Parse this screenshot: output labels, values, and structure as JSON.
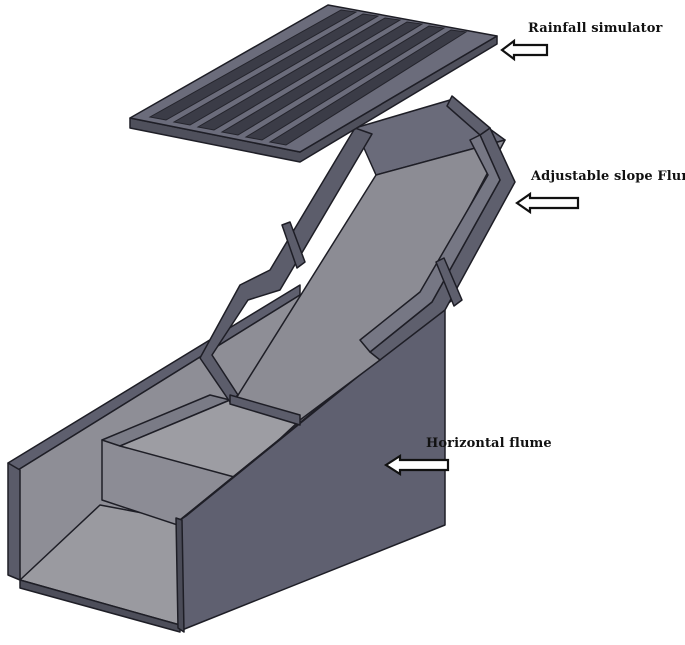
{
  "callouts": {
    "rainfall_simulator": "Rainfall simulator",
    "adjustable_slope_flume": "Adjustable slope Flume",
    "horizontal_flume": "Horizontal flume"
  },
  "colors": {
    "surface_dark": "#5e5f6e",
    "surface_mid": "#6c6d7c",
    "surface_light": "#8a8a92",
    "floor": "#9a9aa0",
    "edge": "#1e1e26",
    "arrow_fill": "#ffffff",
    "label": "#111111"
  },
  "components": [
    "rainfall-simulator-grid",
    "adjustable-slope-flume",
    "horizontal-flume"
  ]
}
